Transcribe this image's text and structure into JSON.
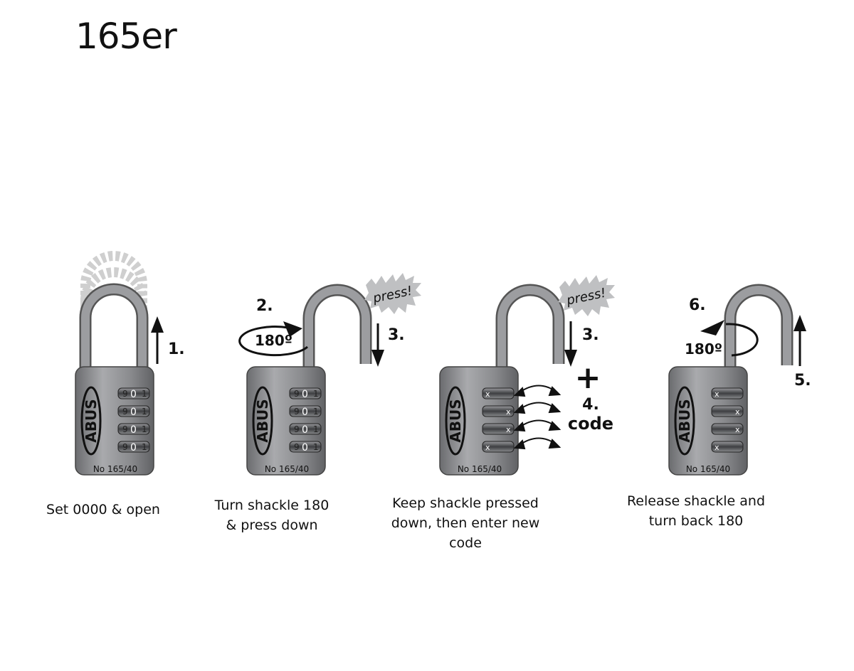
{
  "title": "165er",
  "brand": "ABUS",
  "model": "No 165/40",
  "dial_digits": [
    "9",
    "0",
    "1"
  ],
  "code_placeholder": "x",
  "steps": [
    {
      "caption": "Set 0000 & open",
      "labels": {
        "step1": "1."
      }
    },
    {
      "caption": "Turn shackle 180 & press down",
      "labels": {
        "step2": "2.",
        "angle": "180º",
        "step3": "3.",
        "press": "press!"
      }
    },
    {
      "caption": "Keep shackle pressed down, then enter new code",
      "labels": {
        "press": "press!",
        "step3": "3.",
        "plus": "+",
        "step4": "4.",
        "code": "code"
      }
    },
    {
      "caption": "Release shackle and turn back 180",
      "labels": {
        "step6": "6.",
        "angle": "180º",
        "step5": "5."
      }
    }
  ],
  "colors": {
    "lock_body": "#7a7b7e",
    "lock_body_light": "#a7a8ab",
    "shackle": "#8d8e91",
    "ghost": "#d7d7d7",
    "ink": "#111111"
  }
}
